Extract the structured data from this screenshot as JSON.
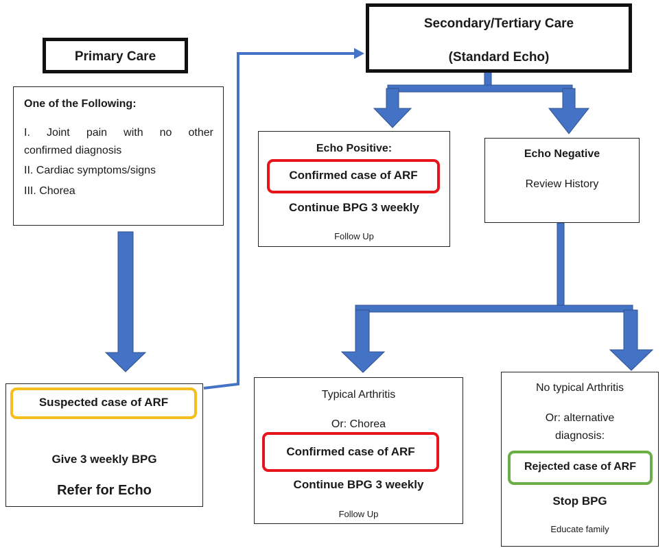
{
  "colors": {
    "arrow": "#4472C4",
    "arrow_stroke": "#2F528F",
    "confirmed_border": "#E8141B",
    "suspected_border": "#F5BE1E",
    "rejected_border": "#6BAE46"
  },
  "primary": {
    "title": "Primary Care",
    "criteria_heading": "One of the Following:",
    "criteria_1_line1": "I. Joint pain with no other",
    "criteria_1_line2": "confirmed diagnosis",
    "criteria_2": "II. Cardiac symptoms/signs",
    "criteria_3": "III. Chorea"
  },
  "suspected": {
    "label": "Suspected case of ARF",
    "action": "Give 3 weekly BPG",
    "refer": "Refer for Echo"
  },
  "secondary": {
    "title": "Secondary/Tertiary Care",
    "subtitle": "(Standard Echo)"
  },
  "echo_positive": {
    "heading": "Echo Positive:",
    "confirmed": "Confirmed case of ARF",
    "action": "Continue BPG 3 weekly",
    "follow": "Follow Up"
  },
  "echo_negative": {
    "heading": "Echo Negative",
    "action": "Review History"
  },
  "typical": {
    "line1": "Typical Arthritis",
    "line2": "Or: Chorea",
    "confirmed": "Confirmed case of ARF",
    "action": "Continue BPG 3 weekly",
    "follow": "Follow Up"
  },
  "no_typical": {
    "line1": "No typical Arthritis",
    "line2": "Or: alternative",
    "line3": "diagnosis:",
    "rejected": "Rejected case of ARF",
    "action": "Stop BPG",
    "educate": "Educate family"
  }
}
